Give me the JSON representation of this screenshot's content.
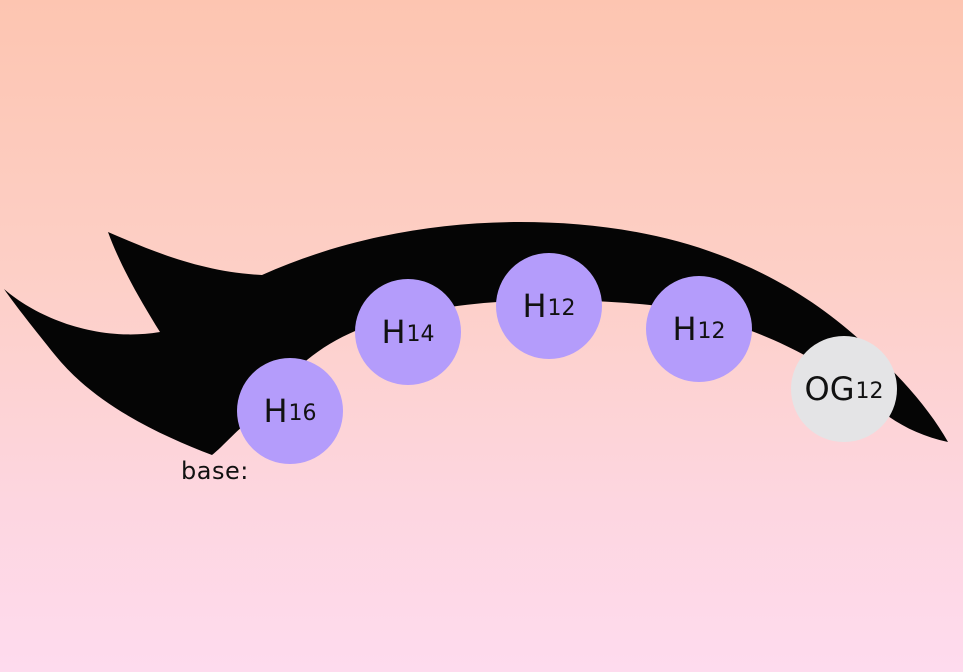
{
  "base_label": "base:",
  "nodes": [
    {
      "main": "H",
      "sub": "16",
      "kind": "hair"
    },
    {
      "main": "H",
      "sub": "14",
      "kind": "hair"
    },
    {
      "main": "H",
      "sub": "12",
      "kind": "hair"
    },
    {
      "main": "H",
      "sub": "12",
      "kind": "hair"
    },
    {
      "main": "OG",
      "sub": "12",
      "kind": "original"
    }
  ],
  "colors": {
    "hair_node": "#b49cfb",
    "original_node": "#e4e4e6",
    "lash_shape": "#050505",
    "background_top": "#fdc5b1",
    "background_bottom": "#fedbee"
  }
}
